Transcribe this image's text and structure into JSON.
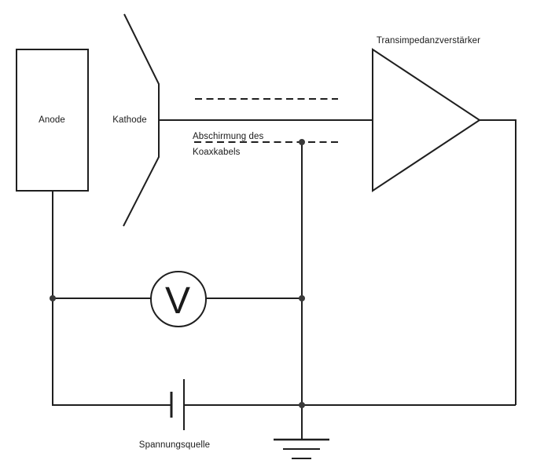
{
  "diagram": {
    "type": "circuit-schematic",
    "background": "#ffffff",
    "colors": {
      "line": "#1f1f1f",
      "text": "#1a1a1a",
      "junction": "#3a3a3a",
      "fill_white": "#ffffff"
    },
    "labels": {
      "anode": "Anode",
      "kathode": "Kathode",
      "amplifier": "Transimpedanzverstärker",
      "shield_line1": "Abschirmung des",
      "shield_line2": "Koaxkabels",
      "voltage_source": "Spannungsquelle",
      "meter_symbol": "V"
    }
  }
}
